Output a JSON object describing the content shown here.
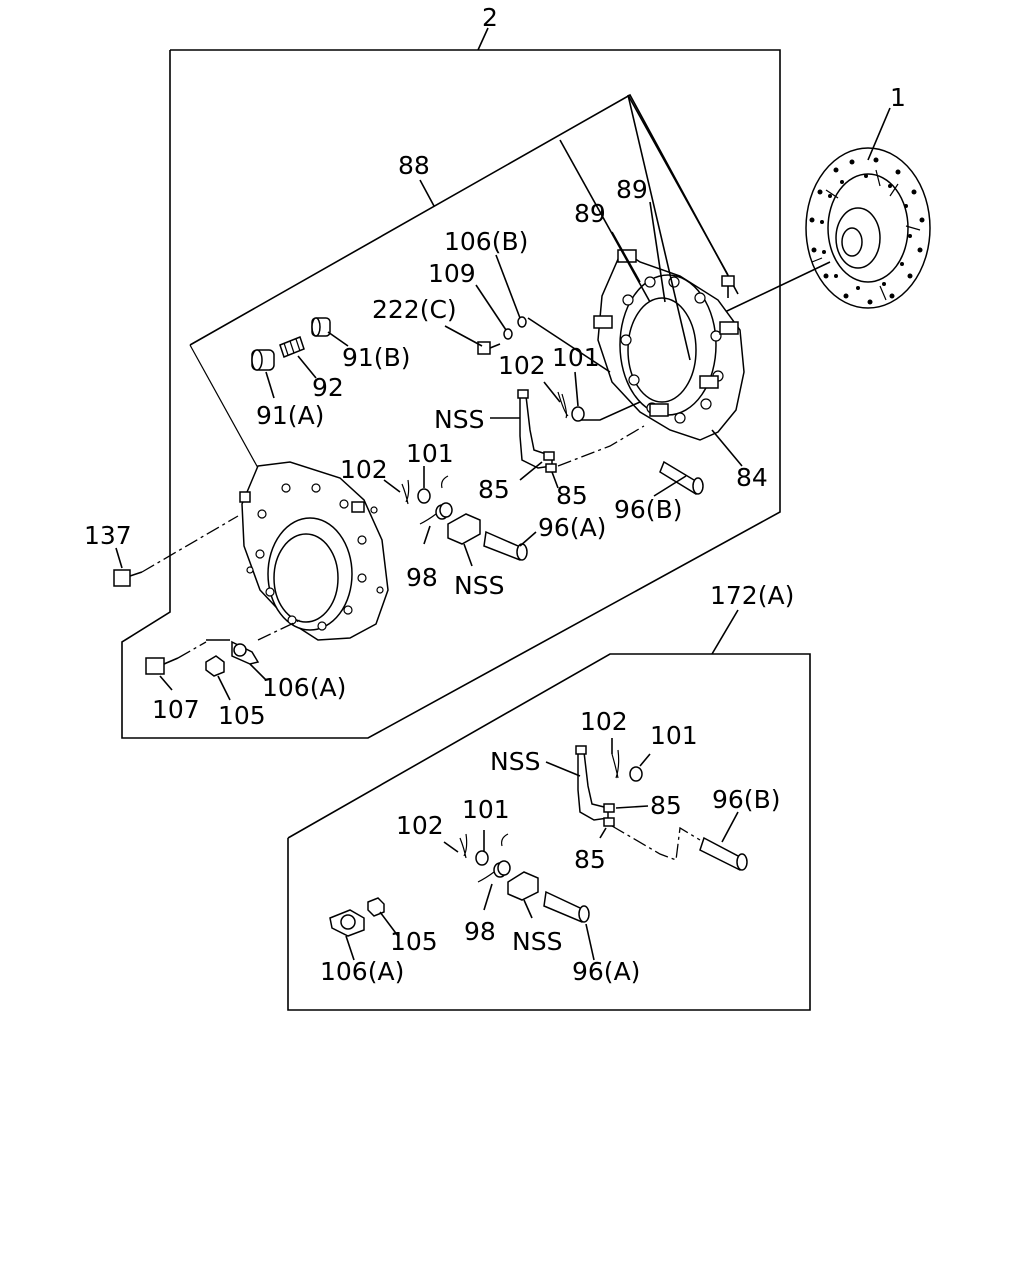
{
  "labels": {
    "l2": "2",
    "l1": "1",
    "l88": "88",
    "l89a": "89",
    "l89b": "89",
    "l106b": "106(B)",
    "l109": "109",
    "l222c": "222(C)",
    "l91b": "91(B)",
    "l92": "92",
    "l91a": "91(A)",
    "l102a": "102",
    "l101a": "101",
    "lnss1": "NSS",
    "l102b": "102",
    "l101b": "101",
    "l85a": "85",
    "l85b": "85",
    "l84": "84",
    "l96b1": "96(B)",
    "l96a1": "96(A)",
    "l137": "137",
    "l98a": "98",
    "lnss2": "NSS",
    "l107": "107",
    "l105a": "105",
    "l106a1": "106(A)",
    "l172a": "172(A)",
    "l102c": "102",
    "l101c": "101",
    "lnss3": "NSS",
    "l85c": "85",
    "l96b2": "96(B)",
    "l102d": "102",
    "l101d": "101",
    "l85d": "85",
    "l98b": "98",
    "lnss4": "NSS",
    "l105b": "105",
    "l96a2": "96(A)",
    "l106a2": "106(A)"
  }
}
